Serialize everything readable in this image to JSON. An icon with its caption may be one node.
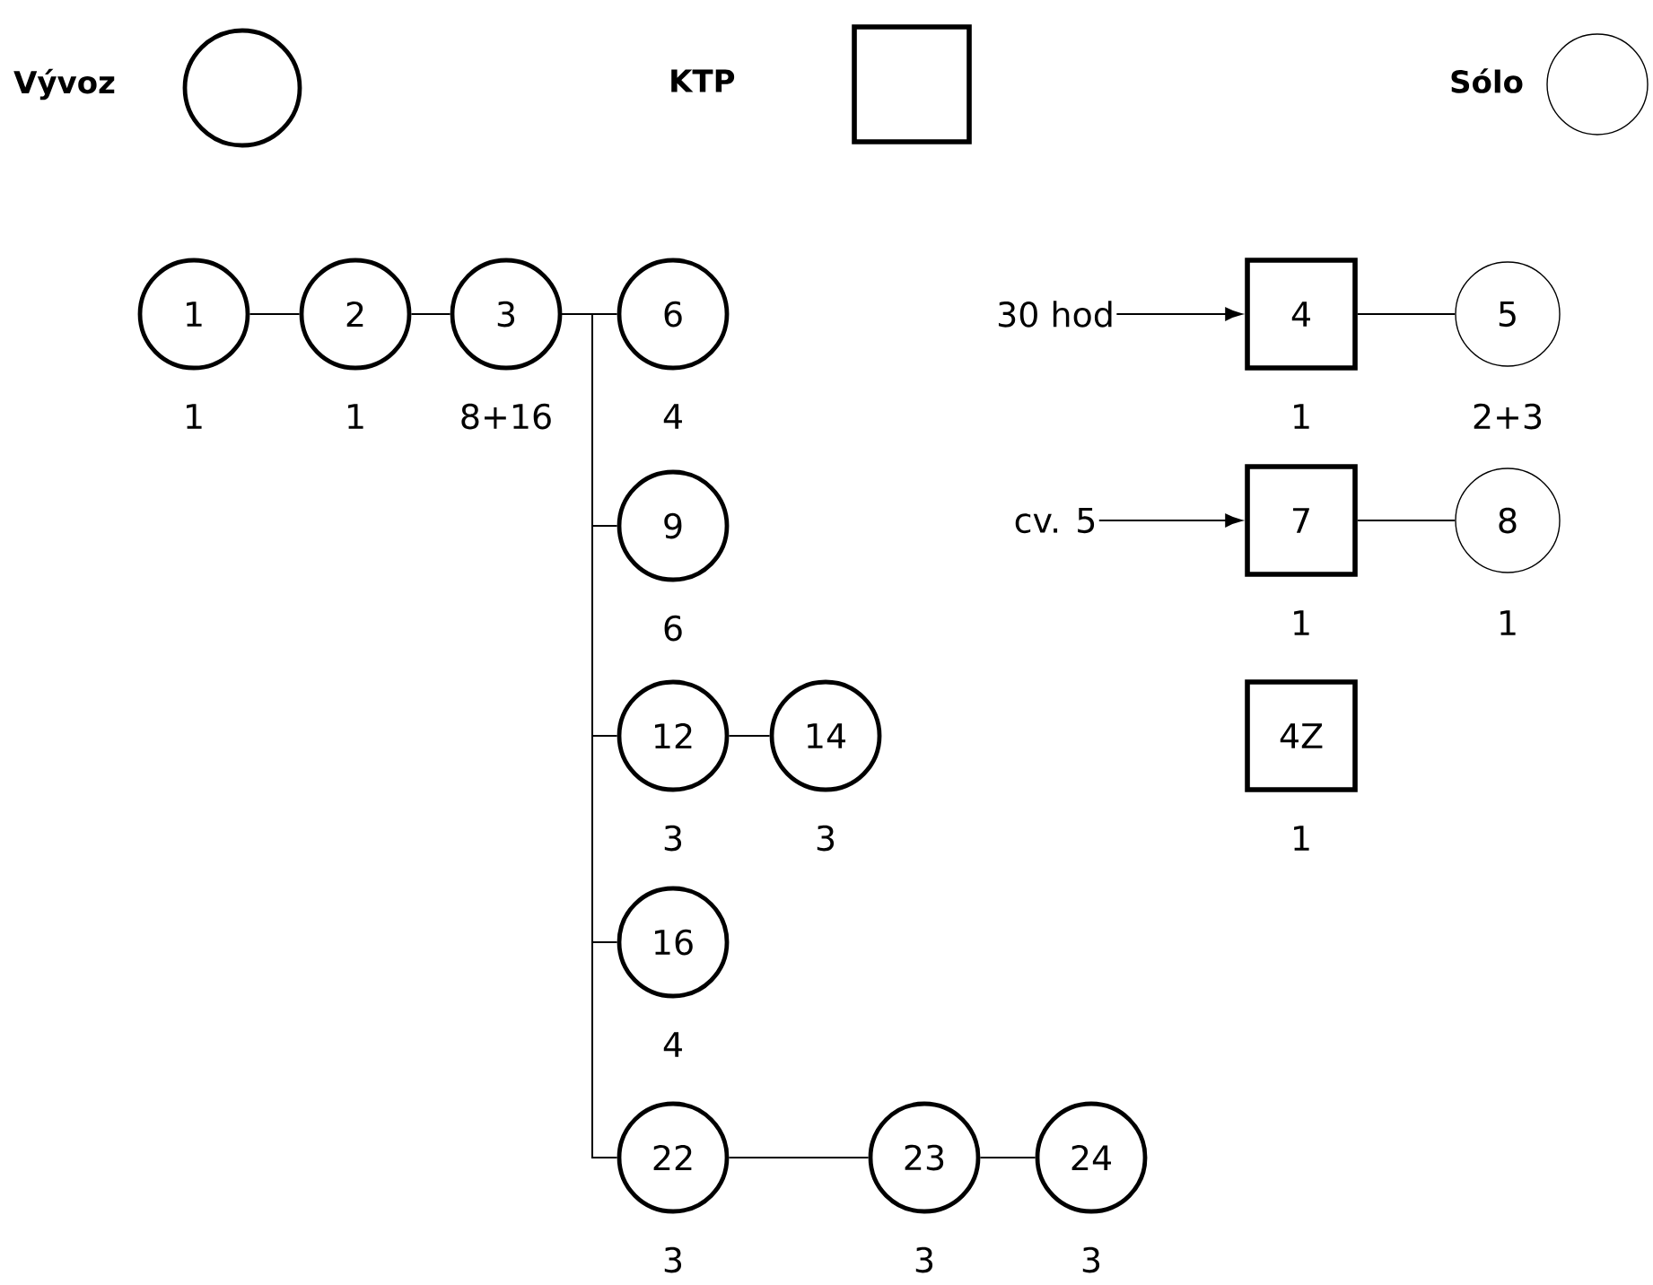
{
  "diagram": {
    "nodes": [
      {
        "text": [
          "1"
        ],
        "beside": [
          "1"
        ]
      },
      {
        "text": [
          "2"
        ],
        "beside": [
          "1"
        ]
      },
      {
        "text": [
          "3"
        ],
        "beside": [
          "8+16"
        ]
      },
      {
        "text": [
          "6"
        ],
        "beside": [
          "4"
        ]
      },
      {
        "text": [
          "30 hod"
        ]
      },
      {
        "text": [
          "4"
        ],
        "beside": [
          "1"
        ]
      },
      {
        "text": [
          "5"
        ],
        "beside": [
          "2+3"
        ]
      },
      {
        "text": [
          "9"
        ],
        "beside": [
          "6"
        ]
      },
      {
        "text": [
          "cv. 5"
        ]
      },
      {
        "text": [
          "7"
        ],
        "beside": [
          "1"
        ]
      },
      {
        "text": [
          "8"
        ],
        "beside": [
          "1"
        ]
      },
      {
        "text": [
          "12"
        ],
        "beside": [
          "3"
        ]
      },
      {
        "text": [
          "14"
        ],
        "beside": [
          "3"
        ]
      },
      {
        "text": [
          "4Z"
        ],
        "beside": [
          "1"
        ]
      },
      {
        "text": [
          "16"
        ],
        "beside": [
          "4"
        ]
      },
      {
        "text": [
          "22"
        ],
        "beside": [
          "3"
        ]
      },
      {
        "text": [
          "23"
        ],
        "beside": [
          "3"
        ]
      },
      {
        "text": [
          "24"
        ],
        "beside": [
          "3"
        ]
      }
    ],
    "edges": [
      {
        "from": 0,
        "to": 1,
        "arrow": "none"
      },
      {
        "from": 1,
        "to": 2,
        "arrow": "none"
      },
      {
        "from": 2,
        "to": 3,
        "arrow": "none"
      },
      {
        "from": 2,
        "to": 7,
        "arrow": "none"
      },
      {
        "from": 2,
        "to": 11,
        "arrow": "none"
      },
      {
        "from": 2,
        "to": 14,
        "arrow": "none"
      },
      {
        "from": 2,
        "to": 15,
        "arrow": "none"
      },
      {
        "from": 11,
        "to": 12,
        "arrow": "none"
      },
      {
        "from": 15,
        "to": 16,
        "arrow": "none"
      },
      {
        "from": 16,
        "to": 17,
        "arrow": "none"
      },
      {
        "from": 4,
        "to": 5,
        "arrow": "to"
      },
      {
        "from": 5,
        "to": 6,
        "arrow": "none"
      },
      {
        "from": 8,
        "to": 9,
        "arrow": "to"
      },
      {
        "from": 9,
        "to": 10,
        "arrow": "none"
      }
    ],
    "legend": [
      {
        "text": "Vývoz"
      },
      {
        "text": "KTP"
      },
      {
        "text": "Sólo"
      }
    ]
  }
}
